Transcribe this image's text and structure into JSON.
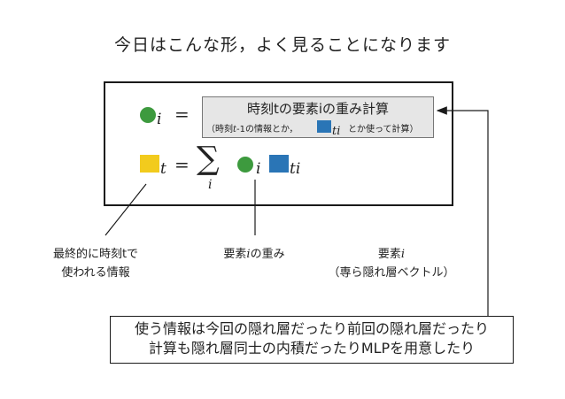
{
  "title": "今日はこんな形，よく見ることになります",
  "equation1": {
    "subscript": "i",
    "equals": "=",
    "box_title": "時刻tの要素iの重み計算",
    "box_sub_pre": "（時刻",
    "box_sub_t": "t",
    "box_sub_mid": "-1の情報とか，",
    "box_sub_ti": "ti",
    "box_sub_post": "とか使って計算）"
  },
  "equation2": {
    "subscript": "t",
    "equals": "=",
    "sum_symbol": "∑",
    "sum_index": "i",
    "circle_subscript": "i",
    "square_subscript": "ti"
  },
  "labels": {
    "final_line1": "最終的に時刻tで",
    "final_line2": "使われる情報",
    "weight_pre": "要素",
    "weight_var": "i",
    "weight_post": "の重み",
    "element_pre": "要素",
    "element_var": "i",
    "element_line2": "（専ら隠れ層ベクトル）"
  },
  "note": {
    "line1": "使う情報は今回の隠れ層だったり前回の隠れ層だったり",
    "line2": "計算も隠れ層同士の内積だったりMLPを用意したり"
  },
  "colors": {
    "weight_circle": "#3d9a3e",
    "context_square": "#f2cb1d",
    "element_square": "#2a75b6",
    "formula_box_fill": "#e6e6e6"
  }
}
